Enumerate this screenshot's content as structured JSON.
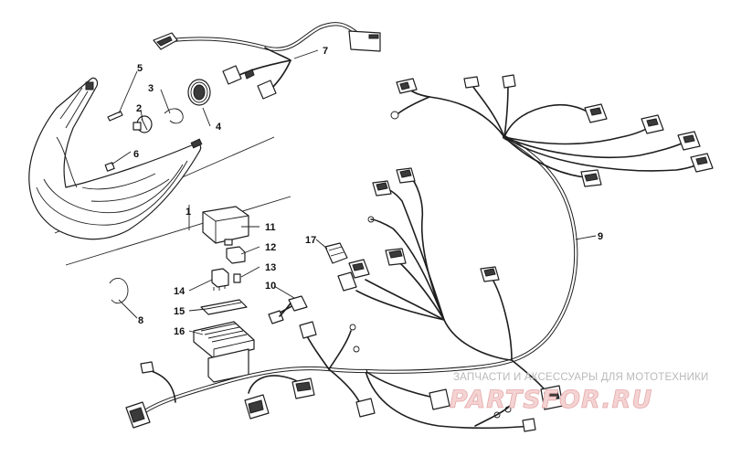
{
  "callouts": {
    "c1": "1",
    "c2": "2",
    "c3": "3",
    "c4": "4",
    "c5": "5",
    "c6": "6",
    "c7": "7",
    "c8": "8",
    "c9": "9",
    "c10": "10",
    "c11": "11",
    "c12": "12",
    "c13": "13",
    "c14": "14",
    "c15": "15",
    "c16": "16",
    "c17": "17"
  },
  "watermark": {
    "subtitle": "ЗАПЧАСТИ И АКСЕССУАРЫ ДЛЯ МОТОТЕХНИКИ",
    "logo": "PARTSFOR.RU"
  }
}
